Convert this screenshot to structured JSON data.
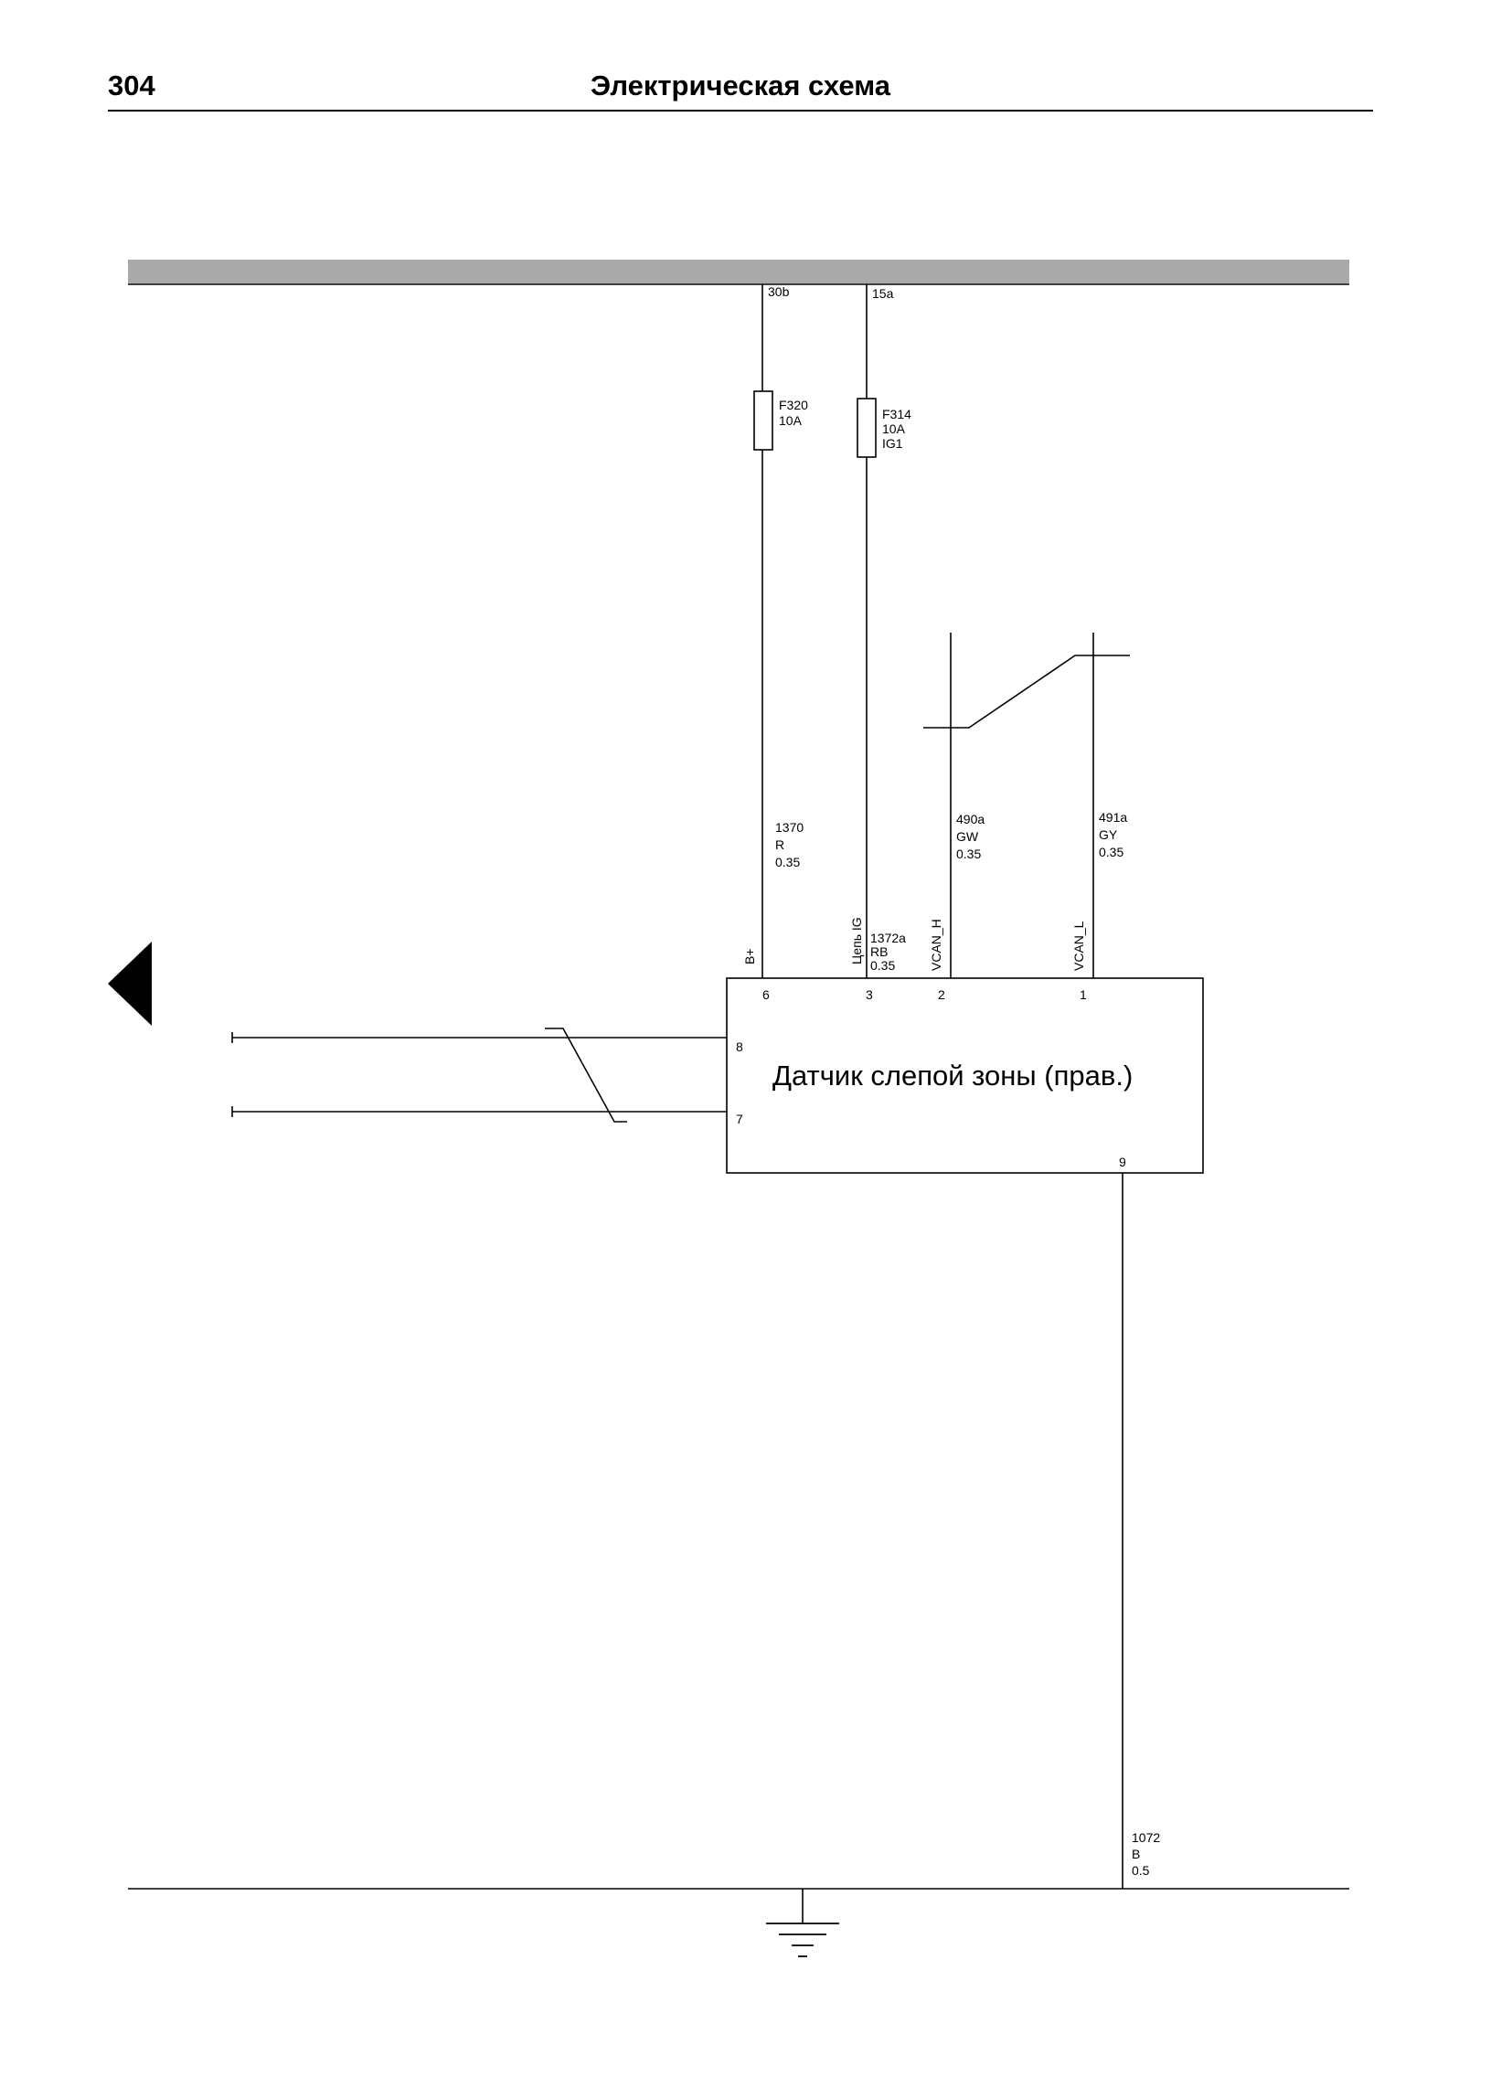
{
  "header": {
    "page_number": "304",
    "title": "Электрическая схема"
  },
  "bus": {
    "supply_30b": "30b",
    "supply_15a": "15a"
  },
  "fuses": [
    {
      "name": "F320",
      "rating": "10A",
      "circuit": ""
    },
    {
      "name": "F314",
      "rating": "10A",
      "circuit": "IG1"
    }
  ],
  "wires": [
    {
      "id": "1370",
      "color": "R",
      "section": "0.35"
    },
    {
      "id": "1372a",
      "color": "RB",
      "section": "0.35"
    },
    {
      "id": "490a",
      "color": "GW",
      "section": "0.35"
    },
    {
      "id": "491a",
      "color": "GY",
      "section": "0.35"
    },
    {
      "id": "1072",
      "color": "B",
      "section": "0.5"
    }
  ],
  "module": {
    "name": "Датчик слепой зоны (прав.)",
    "pins": [
      {
        "number": "6",
        "function": "B+"
      },
      {
        "number": "3",
        "function": "Цепь IG"
      },
      {
        "number": "2",
        "function": "VCAN_H"
      },
      {
        "number": "1",
        "function": "VCAN_L"
      },
      {
        "number": "8",
        "function": ""
      },
      {
        "number": "7",
        "function": ""
      },
      {
        "number": "9",
        "function": ""
      }
    ]
  }
}
